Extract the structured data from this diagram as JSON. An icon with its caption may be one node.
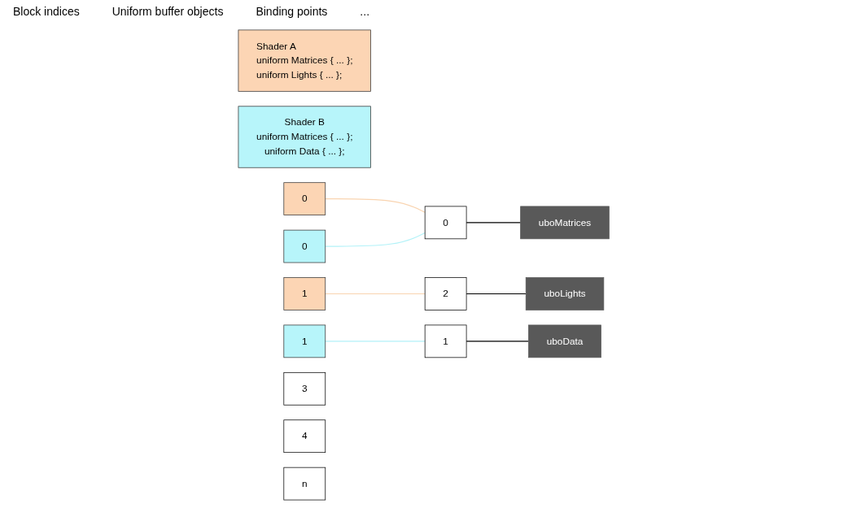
{
  "diagram": {
    "nodes": [
      {
        "text": [
          "Shader A",
          "uniform Matrices { ... };",
          "uniform Lights { ... };"
        ]
      },
      {
        "text": [
          "Shader B",
          "uniform Matrices { ... };",
          "uniform Data { ... };"
        ]
      },
      {
        "text": [
          "0"
        ]
      },
      {
        "text": [
          "1"
        ]
      },
      {
        "text": [
          "0"
        ]
      },
      {
        "text": [
          "1"
        ]
      },
      {
        "text": [
          "0"
        ]
      },
      {
        "text": [
          "1"
        ]
      },
      {
        "text": [
          "2"
        ]
      },
      {
        "text": [
          "3"
        ]
      },
      {
        "text": [
          "4"
        ]
      },
      {
        "text": [
          "n"
        ]
      },
      {
        "text": [
          "uboMatrices"
        ]
      },
      {
        "text": [
          "uboData"
        ]
      },
      {
        "text": [
          "uboLights"
        ]
      }
    ],
    "edges": [
      {
        "from": 2,
        "to": 6,
        "arrow": "none",
        "color": "#f9d4b0"
      },
      {
        "from": 3,
        "to": 8,
        "arrow": "none",
        "color": "#f9d4b0"
      },
      {
        "from": 4,
        "to": 6,
        "arrow": "none",
        "color": "#b2f2f8"
      },
      {
        "from": 5,
        "to": 7,
        "arrow": "none",
        "color": "#b2f2f8"
      },
      {
        "from": 6,
        "to": 12,
        "arrow": "none"
      },
      {
        "from": 7,
        "to": 13,
        "arrow": "none"
      },
      {
        "from": 8,
        "to": 14,
        "arrow": "none"
      }
    ],
    "labels": [
      "Block indices",
      "Uniform buffer objects",
      "Binding points",
      "..."
    ]
  }
}
